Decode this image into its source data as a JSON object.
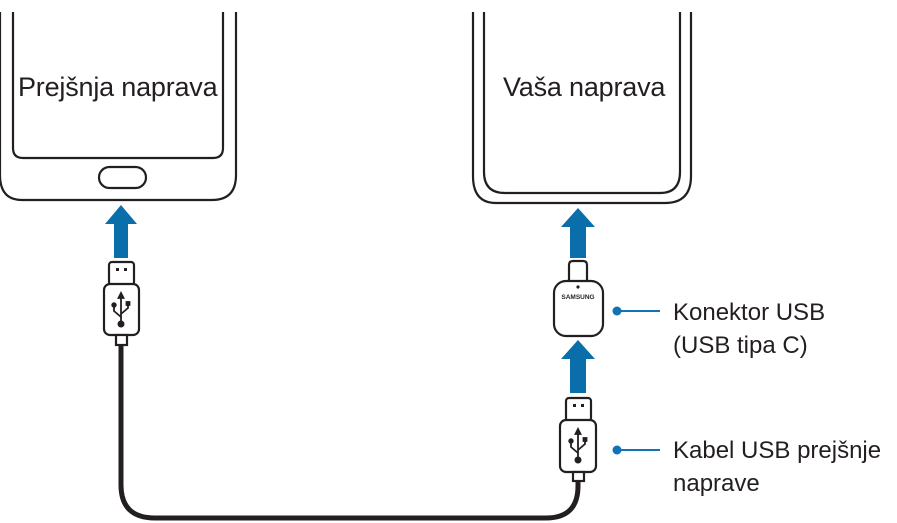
{
  "old_device": {
    "label": "Prejšnja naprava"
  },
  "new_device": {
    "label": "Vaša naprava"
  },
  "otg_connector": {
    "brand_text": "SAMSUNG",
    "callout": {
      "line1": "Konektor USB",
      "line2": "(USB tipa C)"
    }
  },
  "usb_cable": {
    "callout": {
      "line1": "Kabel USB prejšnje",
      "line2": "naprave"
    }
  },
  "colors": {
    "arrow": "#0a6eaa",
    "callout": "#1172b8",
    "stroke": "#231f20"
  }
}
